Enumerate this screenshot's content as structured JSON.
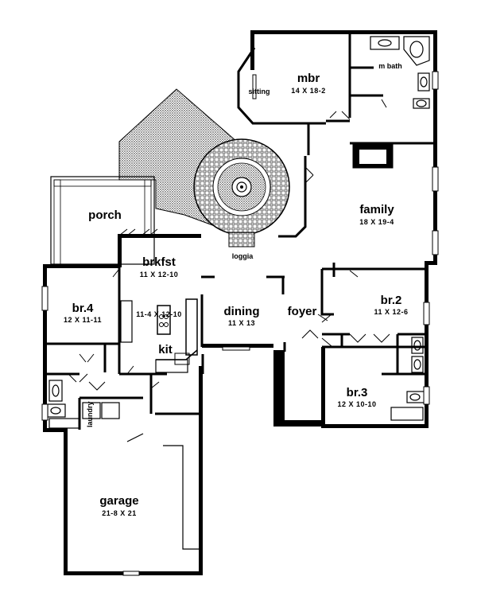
{
  "rooms": {
    "mbr": {
      "name": "mbr",
      "dim": "14 X 18-2"
    },
    "sitting": {
      "name": "sitting"
    },
    "mbath": {
      "name": "m bath"
    },
    "family": {
      "name": "family",
      "dim": "18 X 19-4"
    },
    "porch": {
      "name": "porch"
    },
    "loggia": {
      "name": "loggia"
    },
    "brkfst": {
      "name": "brkfst",
      "dim": "11 X 12-10"
    },
    "br4": {
      "name": "br.4",
      "dim": "12 X 11-11"
    },
    "kit": {
      "name": "kit",
      "dim": "11-4 X 12-10"
    },
    "dining": {
      "name": "dining",
      "dim": "11 X 13"
    },
    "foyer": {
      "name": "foyer"
    },
    "br2": {
      "name": "br.2",
      "dim": "11 X 12-6"
    },
    "br3": {
      "name": "br.3",
      "dim": "12 X 10-10"
    },
    "laundry": {
      "name": "laundry"
    },
    "garage": {
      "name": "garage",
      "dim": "21-8 X 21"
    }
  },
  "colors": {
    "ink": "#000000",
    "paper": "#ffffff",
    "hatch": "#808080"
  }
}
